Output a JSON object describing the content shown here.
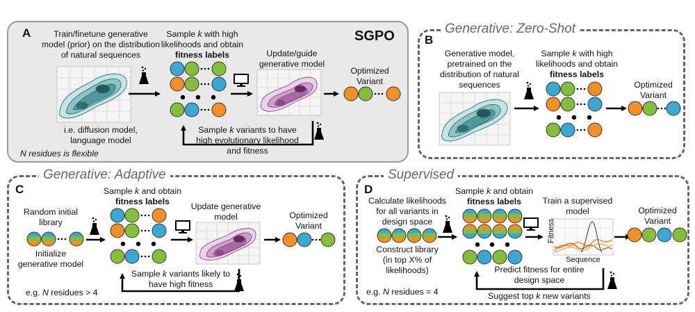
{
  "colors": {
    "blue": "#3ba7d4",
    "green": "#86be3c",
    "orange": "#f28f27",
    "teal_blob": "#2e6f74",
    "purple_blob": "#8a4a86"
  },
  "icons": [
    "flask-icon",
    "monitor-icon",
    "right-arrow-icon",
    "density-contour-plot",
    "fitness-line-plot"
  ],
  "panel_a": {
    "letter": "A",
    "badge": "SGPO",
    "prior_line1": "Train/finetune generative",
    "prior_line2": "model (prior) on the distribution",
    "prior_line3": "of natural sequences",
    "sample_line1": "Sample k with high",
    "sample_line2": "likelihoods and obtain",
    "sample_line3": "fitness labels",
    "update_line1": "Update/guide",
    "update_line2": "generative model",
    "optimized_line1": "Optimized",
    "optimized_line2": "Variant",
    "example_line1": "i.e. diffusion model,",
    "example_line2": "language model",
    "residues": "N residues is flexible",
    "loop_line1": "Sample k variants to have",
    "loop_line2": "high evolutionary likelihood",
    "loop_line3": "and fitness"
  },
  "panel_b": {
    "letter": "B",
    "title": "Generative: Zero-Shot",
    "model_line1": "Generative model,",
    "model_line2": "pretrained on the",
    "model_line3": "distribution of natural",
    "model_line4": "sequences",
    "sample_line1": "Sample k with high",
    "sample_line2": "likelihoods and obtain",
    "sample_line3": "fitness labels",
    "optimized_line1": "Optimized",
    "optimized_line2": "Variant"
  },
  "panel_c": {
    "letter": "C",
    "title": "Generative: Adaptive",
    "random_line1": "Random initial",
    "random_line2": "library",
    "init_line1": "Initialize",
    "init_line2": "generative model",
    "sample_line1": "Sample k and obtain",
    "sample_line2": "fitness labels",
    "update_line1": "Update generative",
    "update_line2": "model",
    "optimized_line1": "Optimized",
    "optimized_line2": "Variant",
    "loop_line1": "Sample k variants likely to",
    "loop_line2": "have high fitness",
    "residues": "e.g. N residues > 4"
  },
  "panel_d": {
    "letter": "D",
    "title": "Supervised",
    "calc_line1": "Calculate likelihoods",
    "calc_line2": "for all variants in",
    "calc_line3": "design space",
    "construct_line1": "Construct library",
    "construct_line2": "(in top X% of",
    "construct_line3": "likelihoods)",
    "sample_line1": "Sample k and obtain",
    "sample_line2": "fitness labels",
    "train_line1": "Train a supervised",
    "train_line2": "model",
    "y_axis": "Fitness",
    "x_axis": "Sequence",
    "optimized_line1": "Optimized",
    "optimized_line2": "Variant",
    "predict_line1": "Predict fitness for entire",
    "predict_line2": "design space",
    "suggest": "Suggest top k new variants",
    "residues": "e.g. N residues = 4"
  }
}
